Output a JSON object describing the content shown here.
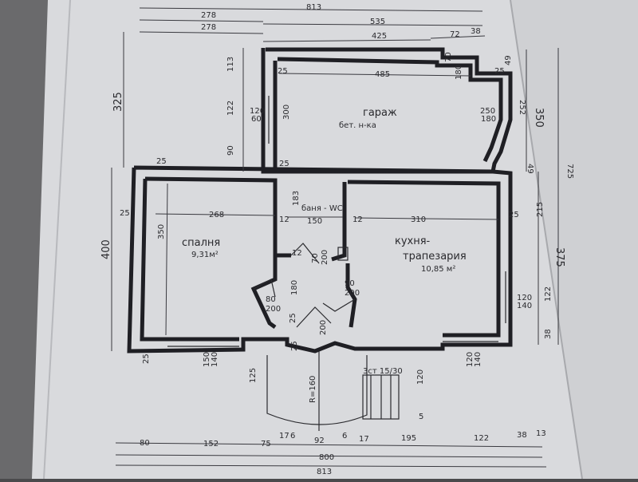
{
  "rooms": {
    "garage": {
      "name": "гараж",
      "floor": "бет. н-ка"
    },
    "bedroom": {
      "name": "спалня",
      "area": "9,31м²"
    },
    "bath": {
      "name": "баня - WC"
    },
    "kitchen": {
      "name": "кухня-",
      "name2": "трапезария",
      "area": "10,85 м²"
    }
  },
  "stairs_label": "3ст 15/30",
  "radius_label": "R=160",
  "top_dims": {
    "overall": "813",
    "a": "278",
    "b": "278",
    "c": "535",
    "d": "425",
    "e": "72",
    "f": "38",
    "g": "485",
    "h": "25",
    "i": "25",
    "j": "70",
    "k": "180",
    "l": "49"
  },
  "left_dims": {
    "upper": "325",
    "lower": "400",
    "seg1": "113",
    "seg2": "122",
    "seg3": "90"
  },
  "right_dims": {
    "upper": "350",
    "lower": "375",
    "total": "725",
    "seg1": "49",
    "seg2": "252",
    "seg3": "215",
    "seg4": "122",
    "seg5": "38"
  },
  "bottom_dims": {
    "overall": "813",
    "sub": "800",
    "segs": [
      "80",
      "152",
      "75",
      "17",
      "6",
      "92",
      "6",
      "17",
      "195",
      "122",
      "38",
      "13"
    ]
  },
  "interior_labels": {
    "bed_w": "268",
    "bed_h": "350",
    "kit_w": "310",
    "bath_w": "150",
    "bath_h": "183",
    "p12a": "12",
    "p12b": "12",
    "p12c": "12",
    "p25a": "25",
    "p25b": "25",
    "p25c": "25",
    "p25d": "25",
    "p25e": "25",
    "p25f": "25",
    "p25g": "25",
    "g300": "300",
    "w120": "120",
    "w60": "60",
    "w250": "250",
    "w180": "180",
    "d70": "70",
    "d200a": "200",
    "d80": "80",
    "d200b": "200",
    "d90": "90",
    "d200c": "200",
    "d180": "180",
    "d200d": "200",
    "w120b": "120",
    "w140a": "140",
    "w150": "150",
    "w140b": "140",
    "w120c": "120",
    "w140c": "140",
    "h125": "125",
    "h120": "120",
    "x5": "5"
  }
}
